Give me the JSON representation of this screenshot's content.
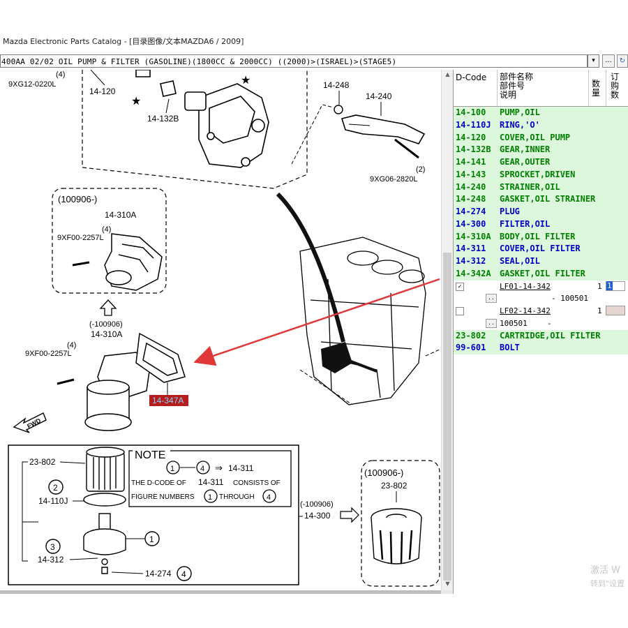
{
  "window": {
    "title": "Mazda Electronic Parts Catalog - [目录图像/文本MAZDA6 / 2009]"
  },
  "path": {
    "text": "400AA 02/02 OIL PUMP & FILTER (GASOLINE)(1800CC & 2000CC) ((2000)>(ISRAEL)>(STAGE5)",
    "dropdown_glyph": "▾",
    "more_label": "...",
    "refresh_glyph": "↻"
  },
  "diagram": {
    "labels": {
      "top_left_qty": "(4)",
      "top_left_bolt": "9XG12-0220L",
      "p14_120": "14-120",
      "p14_132b": "14-132B",
      "p14_248": "14-248",
      "p14_240": "14-240",
      "bolt_qty_2": "(2)",
      "bolt_9xg06": "9XG06-2820L",
      "box1_date": "(100906-)",
      "box1_part": "14-310A",
      "box1_qty": "(4)",
      "box1_bolt": "9XF00-2257L",
      "mid_date": "(-100906)",
      "mid_part": "14-310A",
      "mid_qty": "(4)",
      "mid_bolt": "9XF00-2257L",
      "gasket_highlight": "14-347A",
      "fwd": "FWD",
      "p23_802": "23-802",
      "p14_110j": "14-110J",
      "p14_312": "14-312",
      "p14_274": "14-274",
      "p14_300": "14-300",
      "old_date": "(-100906)",
      "box2_date": "(100906-)",
      "box2_part": "23-802",
      "note_title": "NOTE",
      "note_line1_end": "14-311",
      "note_line2a": "THE D-CODE OF",
      "note_line2b": "14-311",
      "note_line2c": "CONSISTS OF",
      "note_line3a": "FIGURE NUMBERS",
      "note_line3b": "THROUGH",
      "circle1": "1",
      "circle2": "2",
      "circle3": "3",
      "circle4": "4",
      "arrow": "⇒",
      "star": "★"
    }
  },
  "panel": {
    "headers": {
      "dcode": "D-Code",
      "name_line1": "部件名称",
      "name_line2": "部件号",
      "name_line3": "说明",
      "qty": "数量",
      "order": "订购数"
    },
    "parts_top": [
      {
        "code": "14-100",
        "name": "PUMP,OIL",
        "color": "#008000"
      },
      {
        "code": "14-110J",
        "name": "RING,'O'",
        "color": "#0000cc"
      },
      {
        "code": "14-120",
        "name": "COVER,OIL PUMP",
        "color": "#008000"
      },
      {
        "code": "14-132B",
        "name": "GEAR,INNER",
        "color": "#008000"
      },
      {
        "code": "14-141",
        "name": "GEAR,OUTER",
        "color": "#008000"
      },
      {
        "code": "14-143",
        "name": "SPROCKET,DRIVEN",
        "color": "#008000"
      },
      {
        "code": "14-240",
        "name": "STRAINER,OIL",
        "color": "#008000"
      },
      {
        "code": "14-248",
        "name": "GASKET,OIL STRAINER",
        "color": "#008000"
      },
      {
        "code": "14-274",
        "name": "PLUG",
        "color": "#0000cc"
      },
      {
        "code": "14-300",
        "name": "FILTER,OIL",
        "color": "#0000cc"
      },
      {
        "code": "14-310A",
        "name": "BODY,OIL FILTER",
        "color": "#008000"
      },
      {
        "code": "14-311",
        "name": "COVER,OIL FILTER",
        "color": "#0000cc"
      },
      {
        "code": "14-312",
        "name": "SEAL,OIL",
        "color": "#0000cc"
      },
      {
        "code": "14-342A",
        "name": "GASKET,OIL FILTER",
        "color": "#008000"
      }
    ],
    "sub1": {
      "check": "✓",
      "part": "LF01-14-342",
      "qty": "1",
      "order": "1",
      "dots": "..",
      "date": "- 100501"
    },
    "sub2": {
      "part": "LF02-14-342",
      "qty": "1",
      "dots": "..",
      "date": "100501",
      "dash": "-"
    },
    "parts_bottom": [
      {
        "code": "23-802",
        "name": "CARTRIDGE,OIL FILTER",
        "color": "#008000"
      },
      {
        "code": "99-601",
        "name": "BOLT",
        "color": "#0000cc"
      }
    ]
  },
  "watermark": {
    "line1": "激活 W",
    "line2": "转到\"设置"
  }
}
